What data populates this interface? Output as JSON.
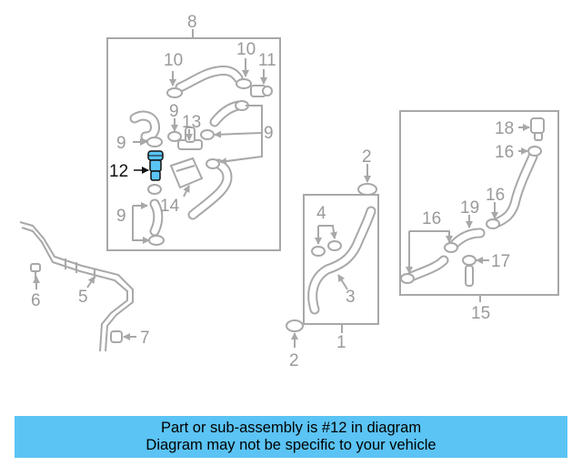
{
  "callouts": {
    "c8": "8",
    "c10a": "10",
    "c10b": "10",
    "c11": "11",
    "c9a": "9",
    "c9b": "9",
    "c9c": "9",
    "c9d": "9",
    "c13": "13",
    "c12": "12",
    "c14": "14",
    "c2a": "2",
    "c2b": "2",
    "c4": "4",
    "c3": "3",
    "c1": "1",
    "c18": "18",
    "c16a": "16",
    "c16b": "16",
    "c16c": "16",
    "c19": "19",
    "c17": "17",
    "c15": "15",
    "c6": "6",
    "c5": "5",
    "c7": "7"
  },
  "colors": {
    "highlight": "#5bc4f5",
    "line": "#a8a8a8",
    "label": "#9a9a9a"
  },
  "banner": {
    "line1": "Part or sub-assembly is #12 in diagram",
    "line2": "Diagram may not be specific to your vehicle"
  }
}
